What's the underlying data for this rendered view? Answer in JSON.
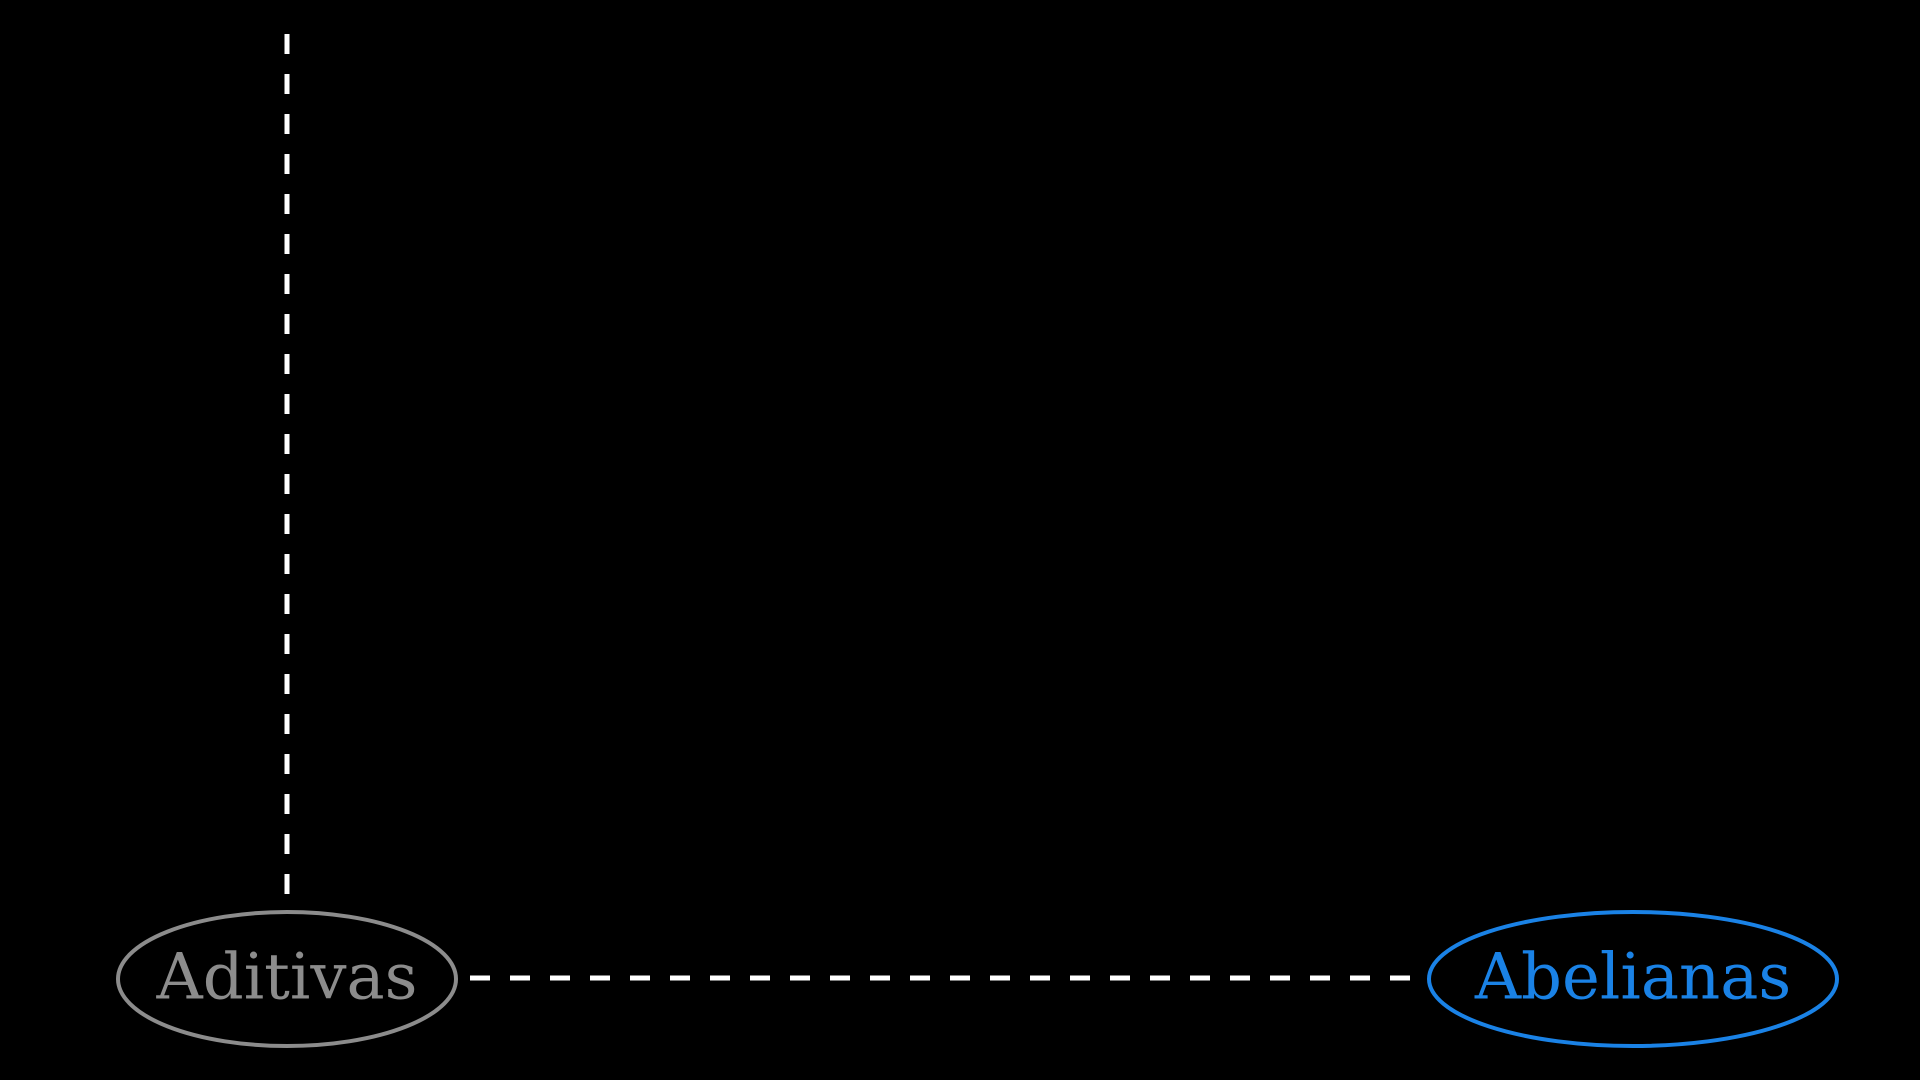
{
  "diagram": {
    "nodes": [
      {
        "id": "aditivas",
        "label": "Aditivas",
        "color": "#8c8c8c"
      },
      {
        "id": "abelianas",
        "label": "Abelianas",
        "color": "#1a82e6"
      }
    ],
    "edges": [
      {
        "from": "aditivas",
        "to": "top",
        "style": "dashed",
        "color": "#ffffff"
      },
      {
        "from": "aditivas",
        "to": "abelianas",
        "style": "dashed",
        "color": "#ffffff"
      }
    ]
  }
}
